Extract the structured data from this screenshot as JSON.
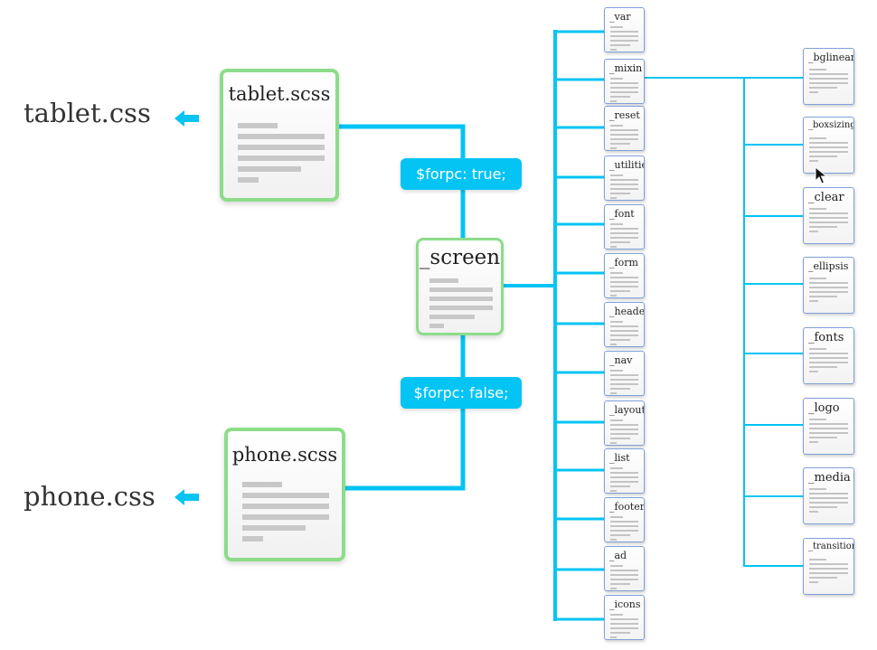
{
  "outputs": {
    "tablet_css": "tablet.css",
    "phone_css": "phone.css"
  },
  "cards": {
    "tablet": "tablet.scss",
    "phone": "phone.scss",
    "screen": "_screen"
  },
  "flags": {
    "pc_true": "$forpc: true;",
    "pc_false": "$forpc: false;"
  },
  "partials": [
    "_var",
    "_mixin",
    "_reset",
    "_utilities",
    "_font",
    "_form",
    "_header",
    "_nav",
    "_layout",
    "_list",
    "_footer",
    "_ad",
    "_icons"
  ],
  "mixins": [
    "_bglinear",
    "_boxsizing",
    "_clear",
    "_ellipsis",
    "_fonts",
    "_logo",
    "_media",
    "_transition"
  ],
  "colors": {
    "connector": "#04c4f4",
    "card_border": "#8ddc8a",
    "file_border": "#7fa0d8"
  }
}
